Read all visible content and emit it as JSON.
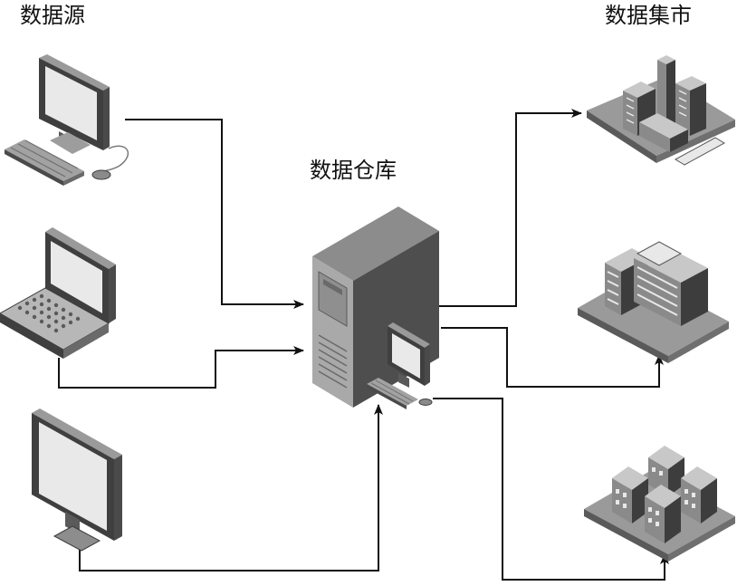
{
  "labels": {
    "sources": "数据源",
    "warehouse": "数据仓库",
    "marts": "数据集市"
  },
  "icons": {
    "sources": [
      "desktop-computer-icon",
      "laptop-icon",
      "monitor-icon"
    ],
    "warehouse": "server-tower-icon",
    "marts": [
      "skyscraper-building-icon",
      "office-building-icon",
      "apartment-buildings-icon"
    ]
  },
  "colors": {
    "line": "#111111",
    "dark": "#3d3d3d",
    "mid": "#8a8a8a",
    "light": "#c8c8c8",
    "screen": "#e8e8e8"
  }
}
